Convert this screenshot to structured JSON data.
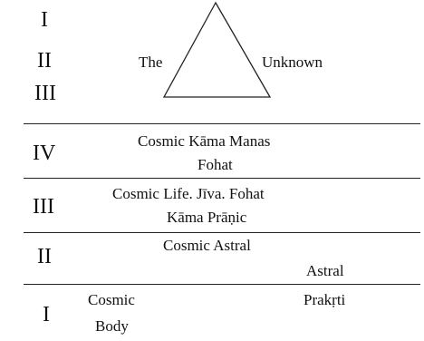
{
  "upper": {
    "numerals": [
      "I",
      "II",
      "III"
    ],
    "left_label": "The",
    "right_label": "Unknown"
  },
  "planes": [
    {
      "numeral": "IV",
      "line1": "Cosmic Kāma Manas",
      "line2": "Fohat"
    },
    {
      "numeral": "III",
      "line1": "Cosmic Life.  Jīva.  Fohat",
      "line2": "Kāma Prāṇic"
    },
    {
      "numeral": "II",
      "line1": "Cosmic Astral",
      "line2": "Astral"
    },
    {
      "numeral": "I",
      "line1_left": "Cosmic",
      "line1_right": "Prakṛti",
      "line2": "Body"
    }
  ]
}
